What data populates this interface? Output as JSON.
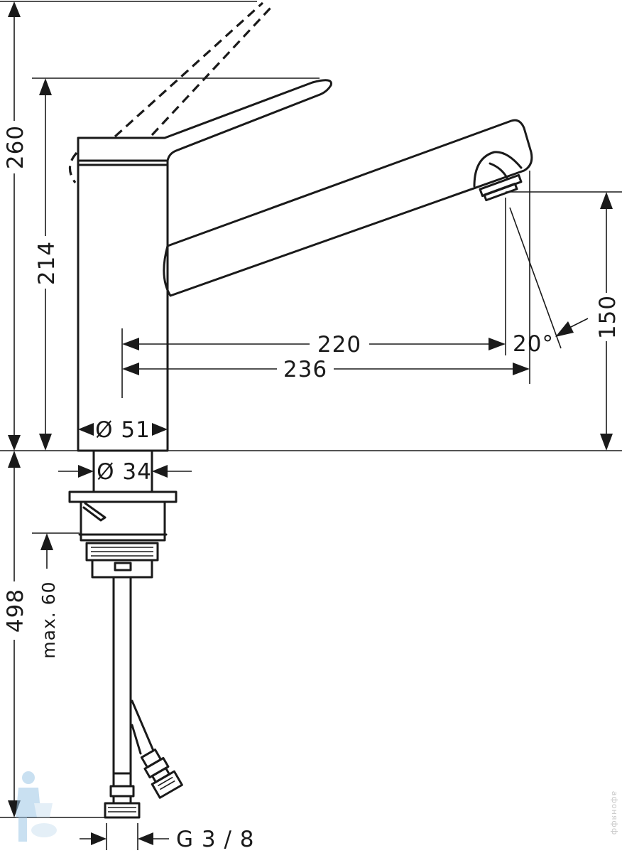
{
  "dimensions": {
    "height_total": "260",
    "height_spout_top": "214",
    "spout_outlet_height": "150",
    "reach_inner": "220",
    "reach_outer": "236",
    "angle": "20°",
    "body_diameter": "Ø 51",
    "shank_diameter": "Ø 34",
    "below_deck_total": "498",
    "max_deck_thickness": "max. 60",
    "connection_thread": "G 3 / 8"
  },
  "watermark": {
    "site": "афоняфф"
  },
  "colors": {
    "line": "#1a1a1a",
    "background": "#ffffff",
    "watermark": "#9ec7e6"
  }
}
